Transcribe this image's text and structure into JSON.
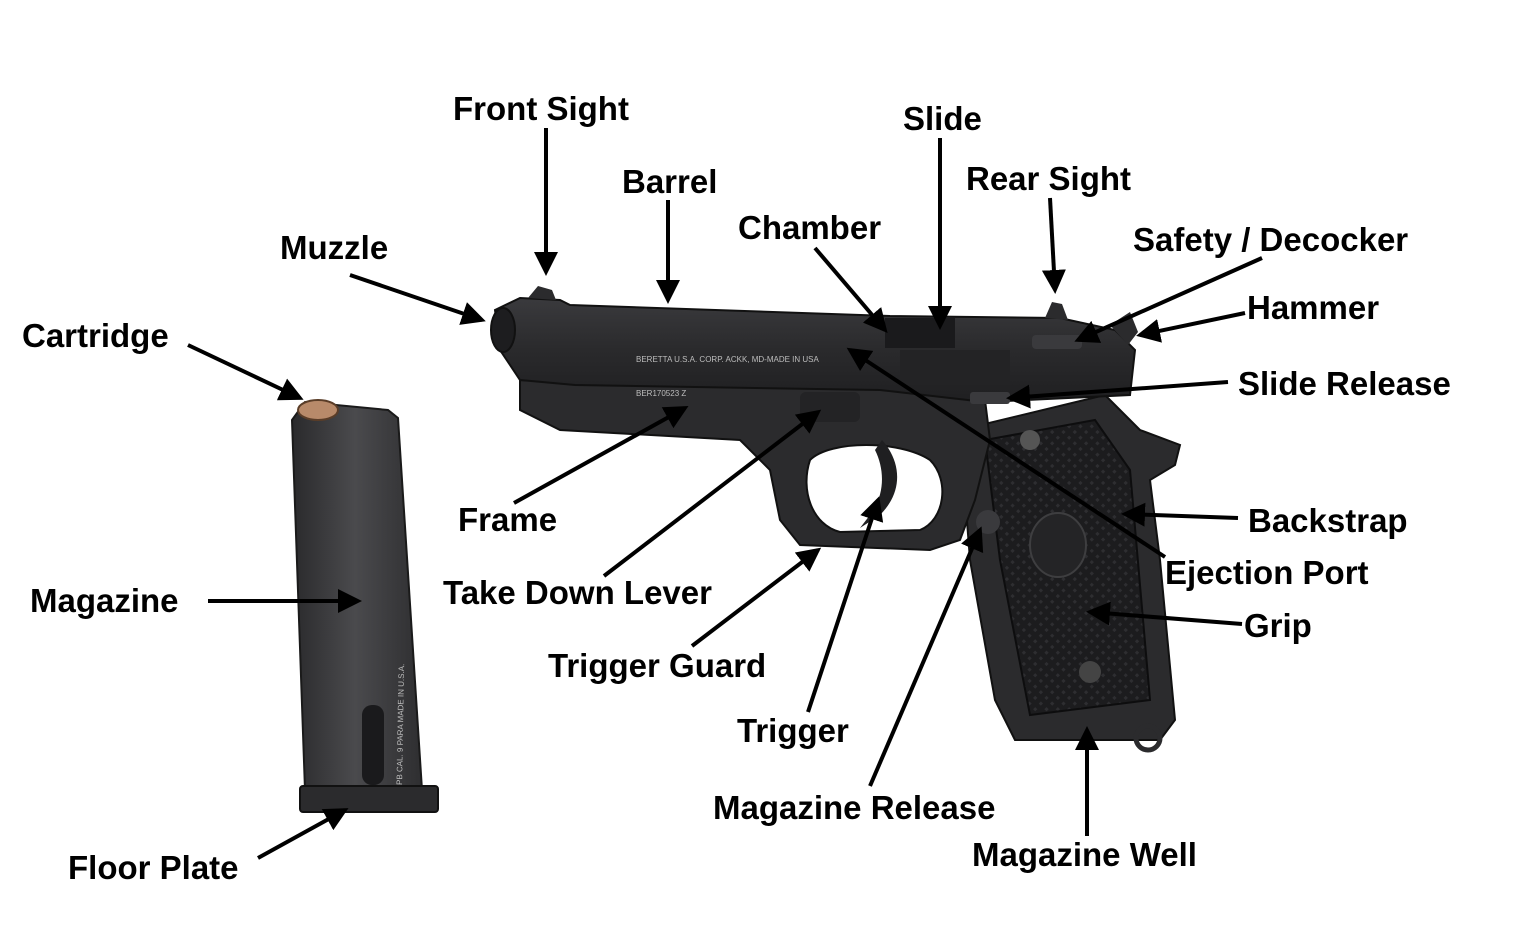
{
  "diagram": {
    "labels": {
      "front_sight": "Front Sight",
      "barrel": "Barrel",
      "muzzle": "Muzzle",
      "slide": "Slide",
      "chamber": "Chamber",
      "rear_sight": "Rear Sight",
      "safety_decocker": "Safety / Decocker",
      "hammer": "Hammer",
      "slide_release": "Slide Release",
      "cartridge": "Cartridge",
      "frame": "Frame",
      "take_down_lever": "Take Down Lever",
      "backstrap": "Backstrap",
      "ejection_port": "Ejection Port",
      "magazine": "Magazine",
      "grip": "Grip",
      "trigger_guard": "Trigger Guard",
      "trigger": "Trigger",
      "magazine_release": "Magazine Release",
      "magazine_well": "Magazine Well",
      "floor_plate": "Floor Plate"
    },
    "engravings": {
      "slide_maker": "BERETTA U.S.A. CORP.  ACKK, MD-MADE IN USA",
      "serial": "BER170523 Z",
      "magazine_stamp": "PB CAL. 9 PARA MADE IN U.S.A."
    },
    "colors": {
      "background": "#ffffff",
      "label_text": "#000000",
      "leader_lines": "#000000",
      "pistol_body": "#2b2b2d",
      "grip_panel": "#1c1c1e",
      "bullet_tip": "#b88a6a"
    }
  }
}
